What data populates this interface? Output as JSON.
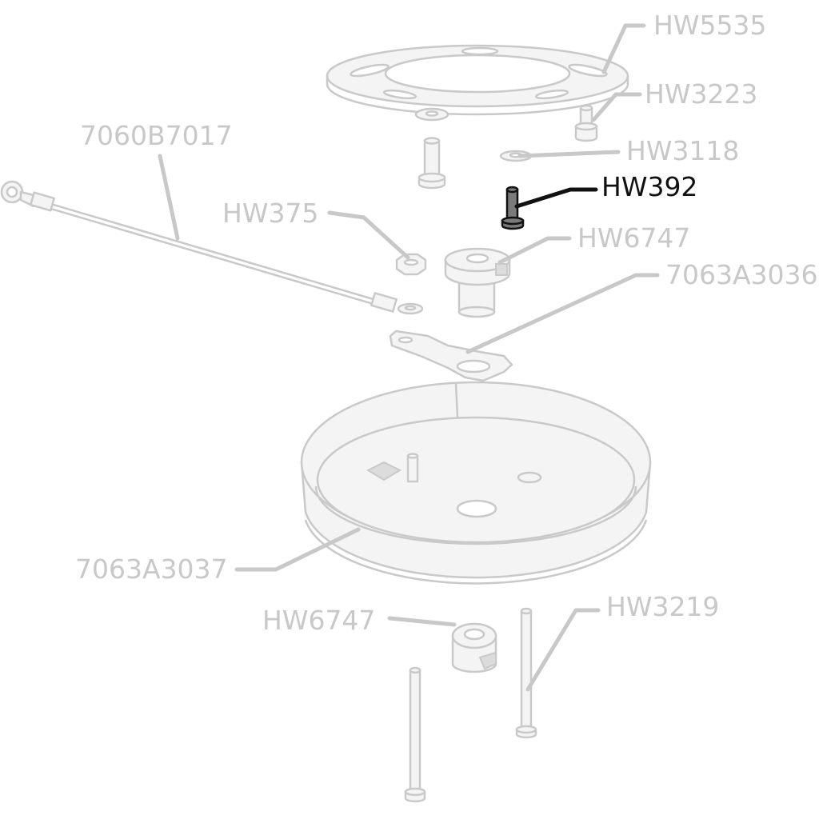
{
  "diagram": {
    "active_part": "HW392",
    "colors": {
      "inactive": "#c8c8c8",
      "active": "#111111",
      "part_fill": "#f4f4f4"
    },
    "labels": {
      "hw5535": "HW5535",
      "hw3223": "HW3223",
      "hw3118": "HW3118",
      "hw392": "HW392",
      "hw6747_top": "HW6747",
      "a3036": "7063A3036",
      "b7017": "7060B7017",
      "hw375": "HW375",
      "a3037": "7063A3037",
      "hw6747_bottom": "HW6747",
      "hw3219": "HW3219"
    }
  }
}
